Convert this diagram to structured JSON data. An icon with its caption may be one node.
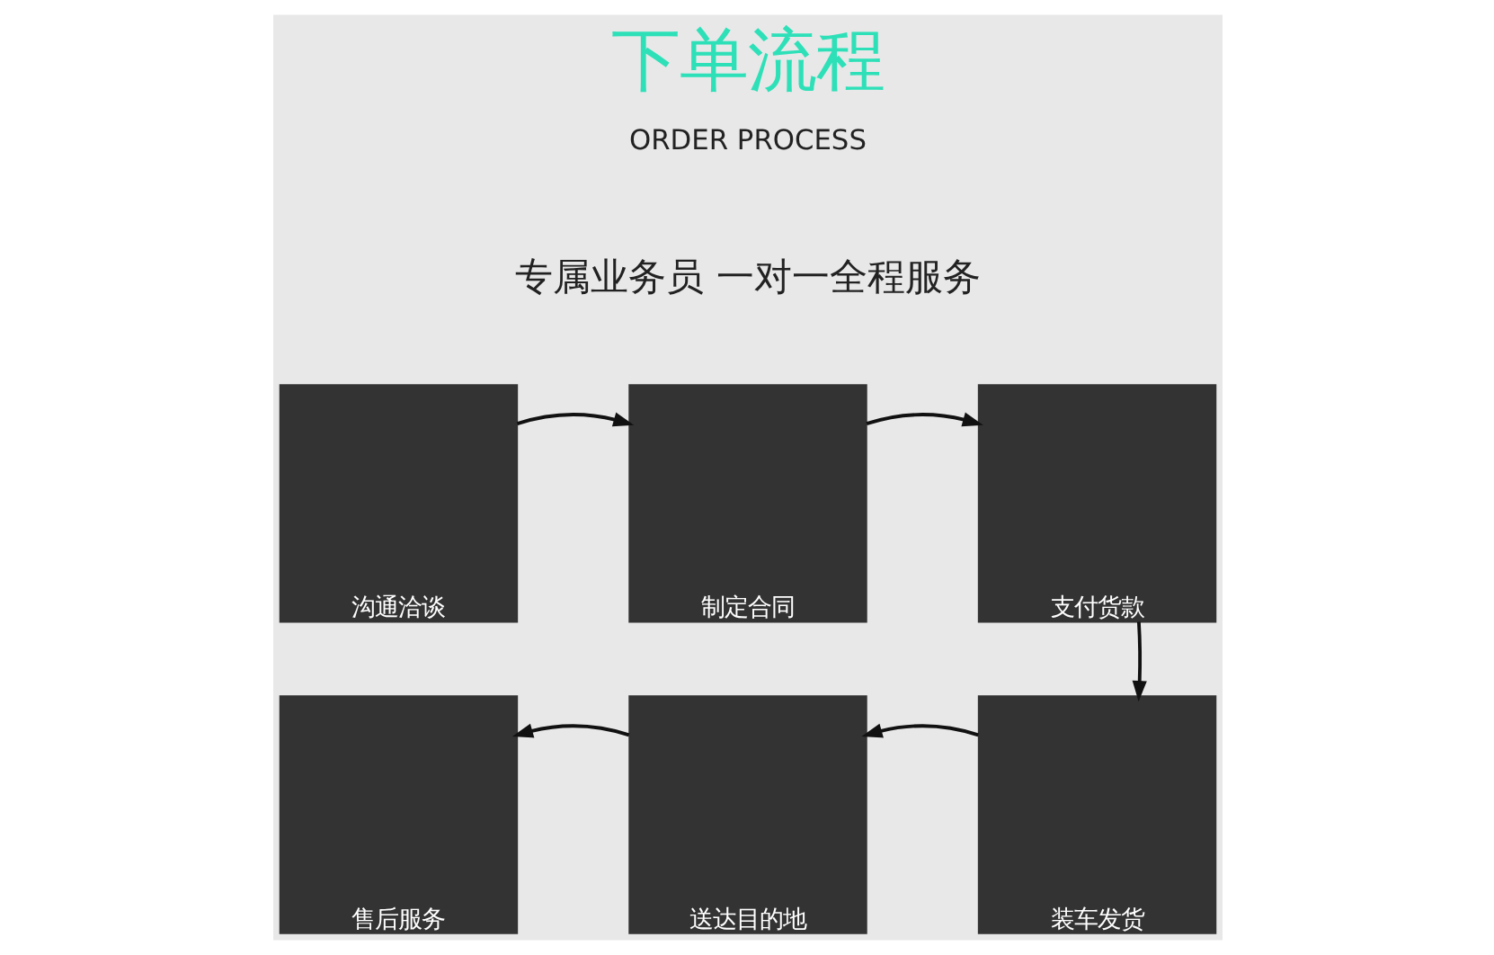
{
  "diagram": {
    "title": "下单流程",
    "nodes": [
      {
        "text": [
          "沟通洽谈"
        ]
      },
      {
        "text": [
          "制定合同"
        ]
      },
      {
        "text": [
          "支付货款"
        ]
      },
      {
        "text": [
          "装车发货"
        ]
      },
      {
        "text": [
          "送达目的地"
        ]
      },
      {
        "text": [
          "售后服务"
        ]
      }
    ],
    "edges": [
      {
        "from": 0,
        "to": 1,
        "arrow": "to"
      },
      {
        "from": 1,
        "to": 2,
        "arrow": "to"
      },
      {
        "from": 2,
        "to": 3,
        "arrow": "to"
      },
      {
        "from": 3,
        "to": 4,
        "arrow": "to"
      },
      {
        "from": 4,
        "to": 5,
        "arrow": "to"
      }
    ],
    "labels": [
      "ORDER PROCESS",
      "专属业务员 一对一全程服务"
    ]
  }
}
